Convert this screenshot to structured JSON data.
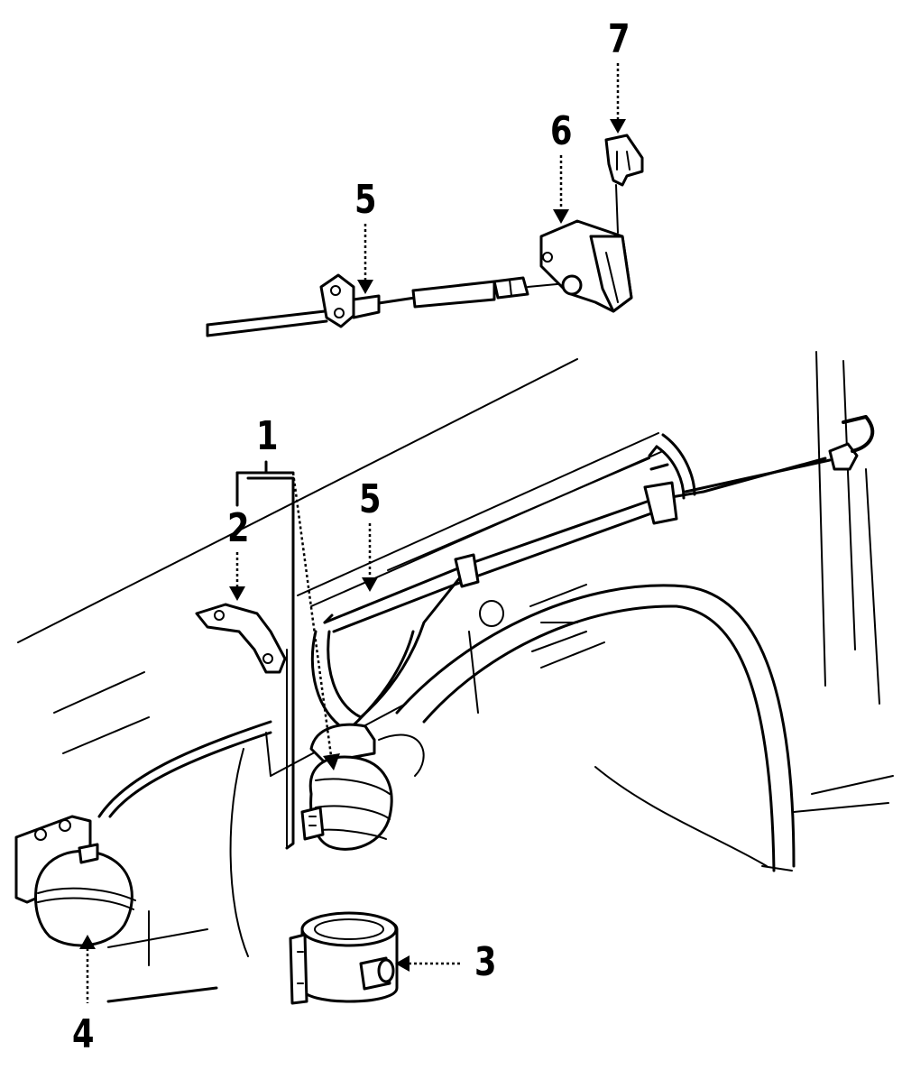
{
  "callouts": {
    "c1": "1",
    "c2": "2",
    "c3": "3",
    "c4": "4",
    "c5a": "5",
    "c5b": "5",
    "c6": "6",
    "c7": "7"
  },
  "colors": {
    "ink": "#000000",
    "paper": "#ffffff"
  }
}
